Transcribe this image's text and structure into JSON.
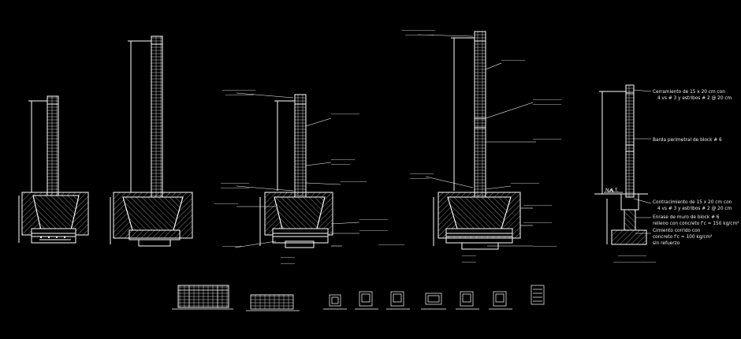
{
  "drawing": {
    "background": "#000000",
    "line_color": "#ffffff",
    "hatch_color": "#bdbdbd",
    "right_detail": {
      "labels": [
        "Cerramiento de 15 x 20 cm con",
        "4 vs # 3 y estribos # 2 @ 20 cm",
        "Barda perimetral de block # 6",
        "N.A.T.",
        "Contracimiento de 15 x 20 cm con",
        "4 vs # 3 y estribos # 2 @ 20 cm",
        "Enrase de muro de block # 6",
        "relleno con concreto f'c = 150 kg/cm²",
        "Cimiento corrido con",
        "concreto f'c = 100 kg/cm²",
        "sin refuerzo"
      ]
    }
  }
}
